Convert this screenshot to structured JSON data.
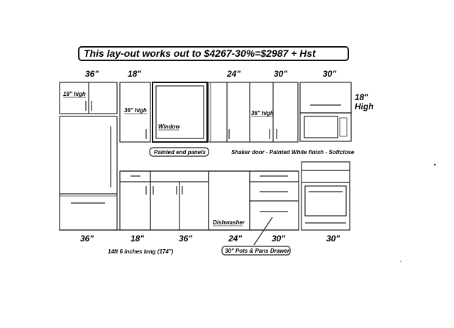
{
  "title": "This lay-out works out to $4267-30%=$2987 + Hst",
  "top_dims": [
    "36\"",
    "18\"",
    "24\"",
    "30\"",
    "30\""
  ],
  "bottom_dims": [
    "36\"",
    "18\"",
    "36\"",
    "24\"",
    "30\"",
    "30\""
  ],
  "right_dim": {
    "value": "18\"",
    "unit": "High"
  },
  "labels": {
    "upper_18_high": "18\" high",
    "upper_36_high_left": "36\" high",
    "upper_36_high_right": "36\" high",
    "window": "Window",
    "end_panels": "Painted end panels",
    "door_style": "Shaker door - Painted White finish - Softclose",
    "dishwasher": "Dishwasher",
    "pots_drawer": "30\" Pots & Pans Drawer",
    "length": "14ft 6 inches long   (174\")"
  }
}
